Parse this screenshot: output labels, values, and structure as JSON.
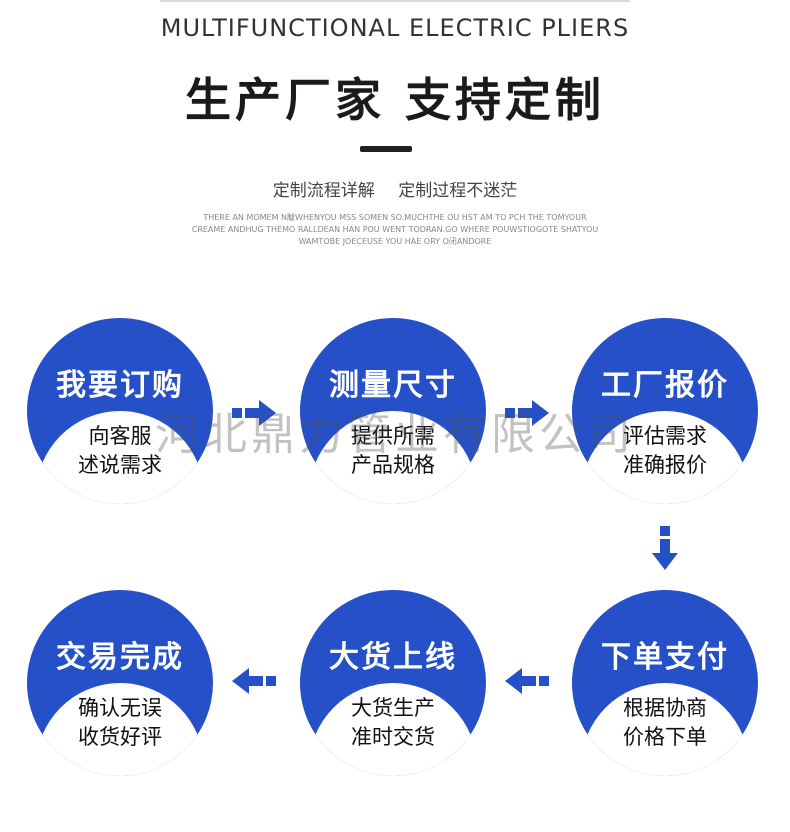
{
  "header": {
    "title_en": "MULTIFUNCTIONAL ELECTRIC PLIERS",
    "title_cn": "生产厂家 支持定制",
    "subtitle_a": "定制流程详解",
    "subtitle_b": "定制过程不迷茫",
    "tiny_lines": [
      "THERE AN MOMEM N黻WHENYOU MSS SOMEN SO.MUCHTHE OU HST AM TO PCH THE TOMYOUR",
      "CREAME ANDHUG THEMO RALLDEAN HAN POU WENT TODRAN.GO WHERE POUWSTIOGOTE SHATYOU",
      "WAMTOBE JOECEUSE YOU HAE ORY O闭ANDORE"
    ]
  },
  "steps": [
    {
      "title": "我要订购",
      "line1": "向客服",
      "line2": "述说需求"
    },
    {
      "title": "测量尺寸",
      "line1": "提供所需",
      "line2": "产品规格"
    },
    {
      "title": "工厂报价",
      "line1": "评估需求",
      "line2": "准确报价"
    },
    {
      "title": "下单支付",
      "line1": "根据协商",
      "line2": "价格下单"
    },
    {
      "title": "大货上线",
      "line1": "大货生产",
      "line2": "准时交货"
    },
    {
      "title": "交易完成",
      "line1": "确认无误",
      "line2": "收货好评"
    }
  ],
  "watermark": "河北鼎力管业有限公司",
  "colors": {
    "accent": "#2650c8",
    "text": "#1a1a1a"
  },
  "icons": [
    "arrow-right-icon",
    "arrow-down-icon",
    "arrow-left-icon"
  ]
}
